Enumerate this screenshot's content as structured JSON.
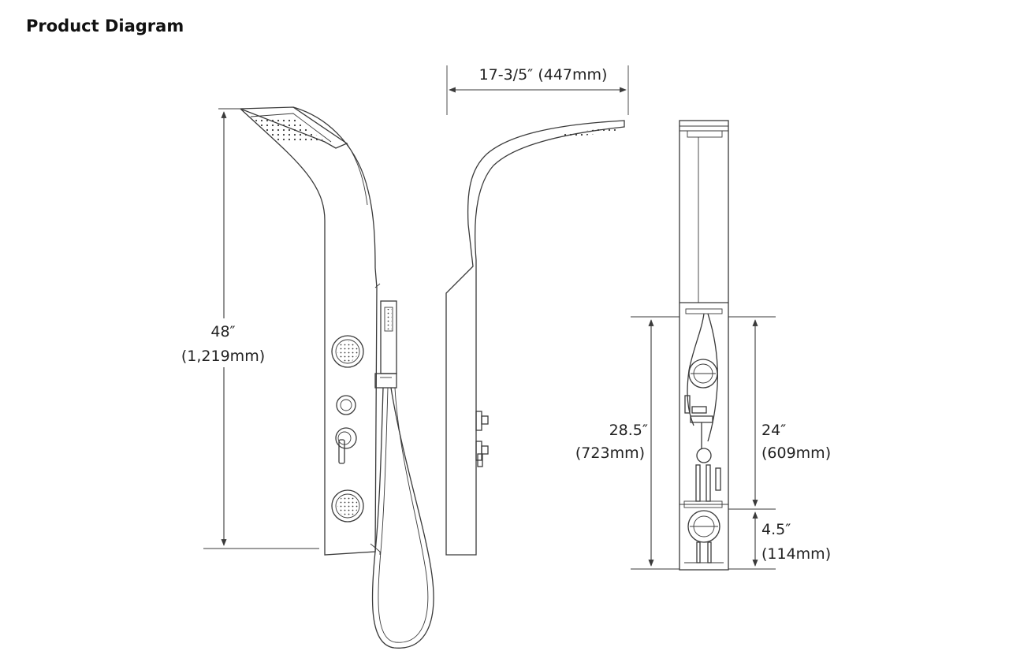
{
  "title": "Product Diagram",
  "dimensions": {
    "height_in": "48″",
    "height_mm": "(1,219mm)",
    "depth_in": "17-3/5″",
    "depth_mm": "(447mm)",
    "lower_in": "28.5″",
    "lower_mm": "(723mm)",
    "mid_in": "24″",
    "mid_mm": "(609mm)",
    "bottom_in": "4.5″",
    "bottom_mm": "(114mm)"
  },
  "colors": {
    "line": "#3a3a3a",
    "text": "#222222"
  },
  "views": [
    "front-view",
    "side-view",
    "back-view"
  ]
}
